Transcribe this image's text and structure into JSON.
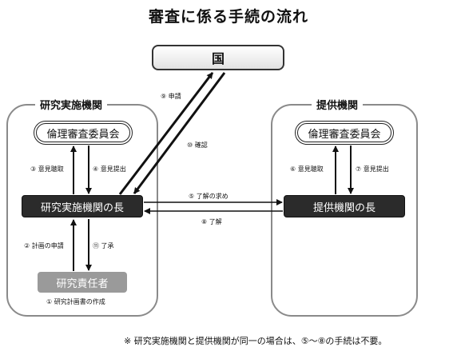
{
  "title": "審査に係る手続の流れ",
  "kuni": "国",
  "research_org": {
    "label": "研究実施機関",
    "ethics": "倫理審査委員会",
    "head": "研究実施機関の長",
    "researcher": "研究責任者"
  },
  "provider_org": {
    "label": "提供機関",
    "ethics": "倫理審査委員会",
    "head": "提供機関の長"
  },
  "steps": {
    "s1": "① 研究計画書の作成",
    "s2": "② 計画の申請",
    "s3": "③ 意見聴取",
    "s4": "④ 意見提出",
    "s5": "⑤ 了解の求め",
    "s6": "⑥ 意見聴取",
    "s7": "⑦ 意見提出",
    "s8": "⑧ 了解",
    "s9": "⑨ 申請",
    "s10": "⑩ 確認",
    "s11": "⑪ 了承"
  },
  "footnote": "※ 研究実施機関と提供機関が同一の場合は、⑤～⑧の手続は不要。"
}
